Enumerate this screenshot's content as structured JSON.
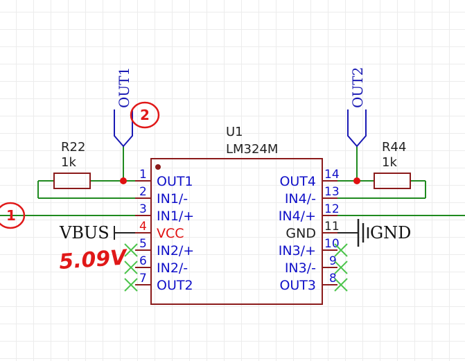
{
  "ic": {
    "ref": "U1",
    "part": "LM324M",
    "pins_left": [
      {
        "num": "1",
        "name": "OUT1"
      },
      {
        "num": "2",
        "name": "IN1/-"
      },
      {
        "num": "3",
        "name": "IN1/+"
      },
      {
        "num": "4",
        "name": "VCC"
      },
      {
        "num": "5",
        "name": "IN2/+"
      },
      {
        "num": "6",
        "name": "IN2/-"
      },
      {
        "num": "7",
        "name": "OUT2"
      }
    ],
    "pins_right": [
      {
        "num": "14",
        "name": "OUT4"
      },
      {
        "num": "13",
        "name": "IN4/-"
      },
      {
        "num": "12",
        "name": "IN4/+"
      },
      {
        "num": "11",
        "name": "GND"
      },
      {
        "num": "10",
        "name": "IN3/+"
      },
      {
        "num": "9",
        "name": "IN3/-"
      },
      {
        "num": "8",
        "name": "OUT3"
      }
    ]
  },
  "resistors": [
    {
      "ref": "R22",
      "value": "1k"
    },
    {
      "ref": "R44",
      "value": "1k"
    }
  ],
  "ports": {
    "out1": "OUT1",
    "out2": "OUT2"
  },
  "nets": {
    "vbus": "VBUS",
    "gnd": "GND"
  },
  "annotations": {
    "voltage": "5.09V",
    "marker_1": "1",
    "marker_2": "2"
  },
  "colors": {
    "wire": "#1f8a1f",
    "body": "#8b1a1a",
    "pin_blue": "#1010c8",
    "pin_red": "#e01010",
    "annotation": "#e01818",
    "noconnect": "#4cc44c"
  }
}
